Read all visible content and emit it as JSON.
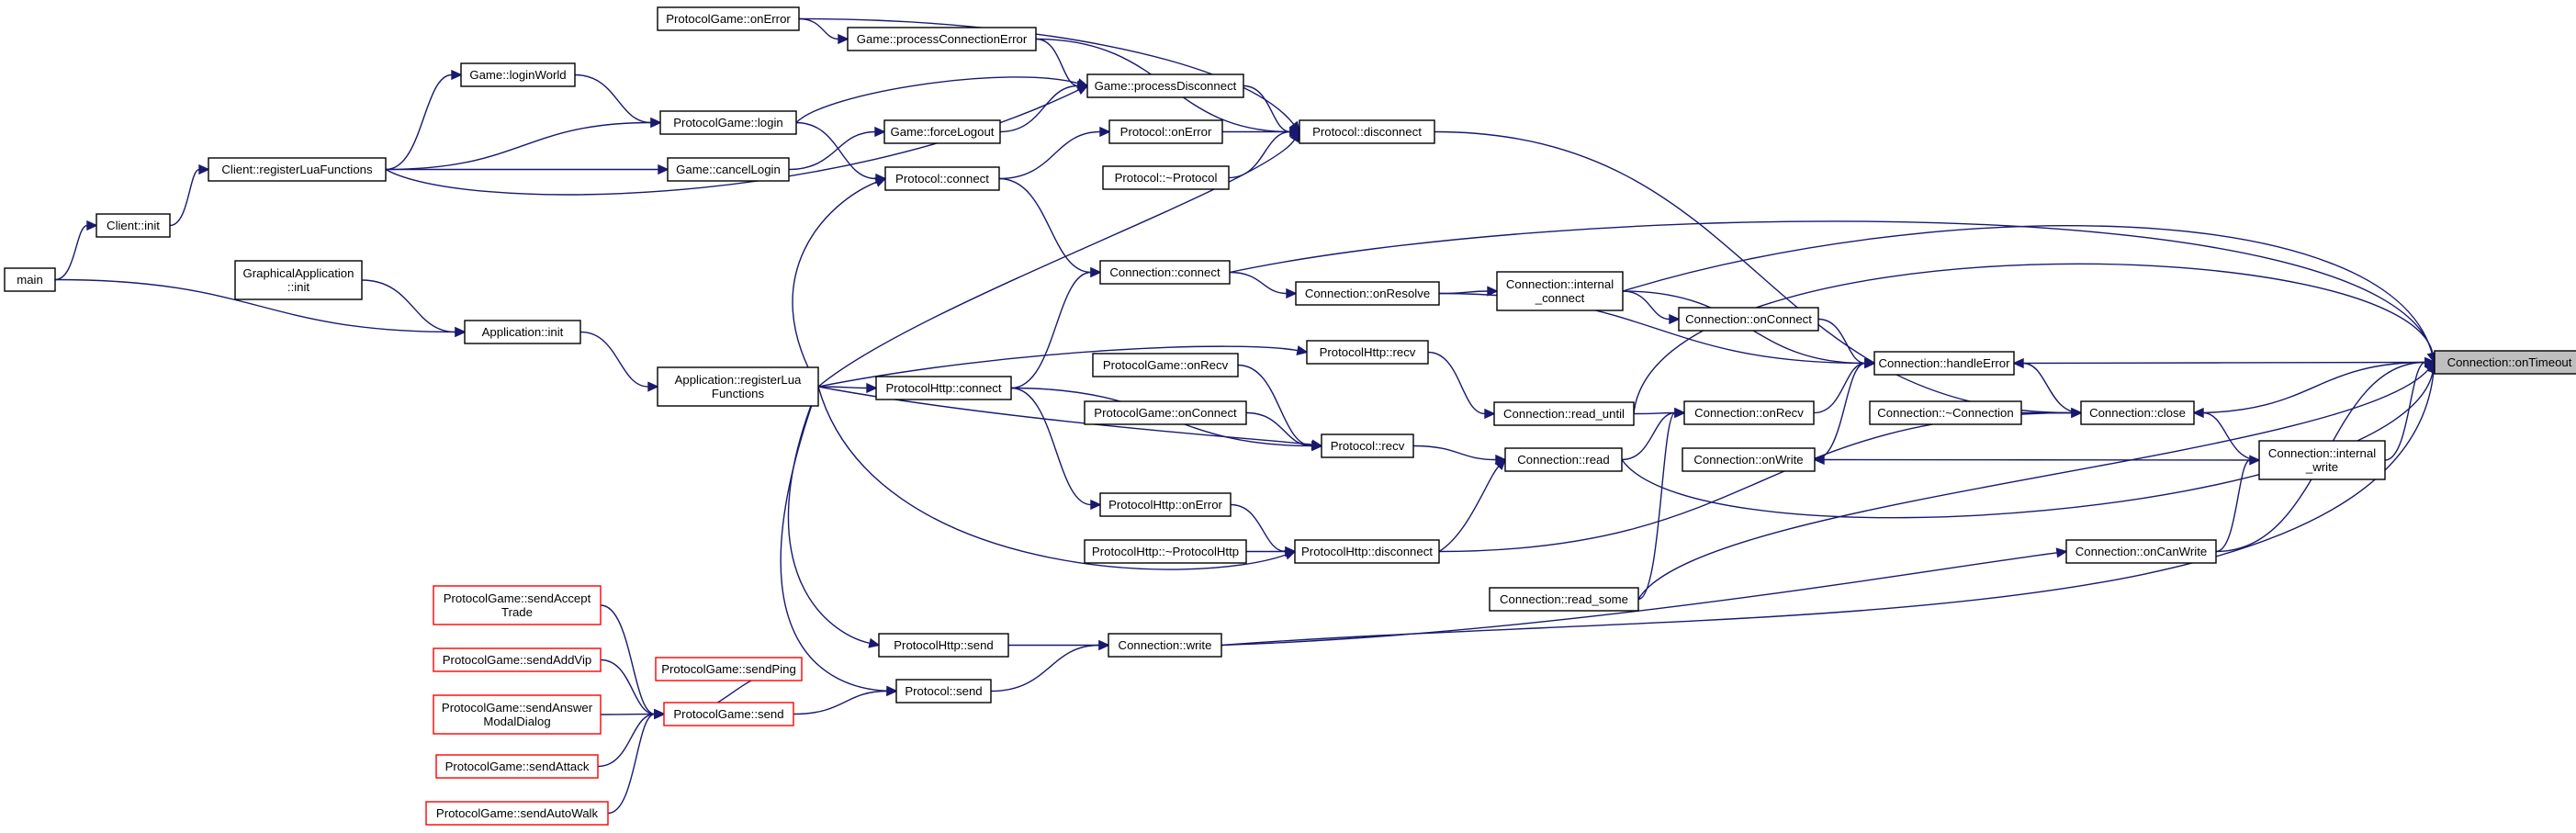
{
  "diagram": {
    "nodes": [
      {
        "id": "onTimeout",
        "lines": [
          "Connection::onTimeout"
        ],
        "style": "root"
      },
      {
        "id": "handleError",
        "lines": [
          "Connection::handleError"
        ]
      },
      {
        "id": "close",
        "lines": [
          "Connection::close"
        ]
      },
      {
        "id": "internalWrite",
        "lines": [
          "Connection::internal",
          "_write"
        ]
      },
      {
        "id": "onCanWrite",
        "lines": [
          "Connection::onCanWrite"
        ]
      },
      {
        "id": "destructor",
        "lines": [
          "Connection::~Connection"
        ]
      },
      {
        "id": "onWrite",
        "lines": [
          "Connection::onWrite"
        ]
      },
      {
        "id": "onConnect",
        "lines": [
          "Connection::onConnect"
        ]
      },
      {
        "id": "onRecv",
        "lines": [
          "Connection::onRecv"
        ]
      },
      {
        "id": "internalConnect",
        "lines": [
          "Connection::internal",
          "_connect"
        ]
      },
      {
        "id": "readUntil",
        "lines": [
          "Connection::read_until"
        ]
      },
      {
        "id": "read",
        "lines": [
          "Connection::read"
        ]
      },
      {
        "id": "readSome",
        "lines": [
          "Connection::read_some"
        ]
      },
      {
        "id": "onResolve",
        "lines": [
          "Connection::onResolve"
        ]
      },
      {
        "id": "connConnect",
        "lines": [
          "Connection::connect"
        ]
      },
      {
        "id": "connWrite",
        "lines": [
          "Connection::write"
        ]
      },
      {
        "id": "protoDisconnect",
        "lines": [
          "Protocol::disconnect"
        ]
      },
      {
        "id": "protoOnError",
        "lines": [
          "Protocol::onError"
        ]
      },
      {
        "id": "protoDtor",
        "lines": [
          "Protocol::~Protocol"
        ]
      },
      {
        "id": "protoConnect",
        "lines": [
          "Protocol::connect"
        ]
      },
      {
        "id": "protoRecv",
        "lines": [
          "Protocol::recv"
        ]
      },
      {
        "id": "protoSend",
        "lines": [
          "Protocol::send"
        ]
      },
      {
        "id": "phRecv",
        "lines": [
          "ProtocolHttp::recv"
        ]
      },
      {
        "id": "phConnect",
        "lines": [
          "ProtocolHttp::connect"
        ]
      },
      {
        "id": "phOnError",
        "lines": [
          "ProtocolHttp::onError"
        ]
      },
      {
        "id": "phDtor",
        "lines": [
          "ProtocolHttp::~ProtocolHttp"
        ]
      },
      {
        "id": "phDisconnect",
        "lines": [
          "ProtocolHttp::disconnect"
        ]
      },
      {
        "id": "phSend",
        "lines": [
          "ProtocolHttp::send"
        ]
      },
      {
        "id": "pgOnRecv",
        "lines": [
          "ProtocolGame::onRecv"
        ]
      },
      {
        "id": "pgOnConnect",
        "lines": [
          "ProtocolGame::onConnect"
        ]
      },
      {
        "id": "pgOnError",
        "lines": [
          "ProtocolGame::onError"
        ]
      },
      {
        "id": "pgLogin",
        "lines": [
          "ProtocolGame::login"
        ]
      },
      {
        "id": "pgSend",
        "lines": [
          "ProtocolGame::send"
        ],
        "style": "red"
      },
      {
        "id": "pgSendPing",
        "lines": [
          "ProtocolGame::sendPing"
        ],
        "style": "red"
      },
      {
        "id": "pgSendAcceptTrade",
        "lines": [
          "ProtocolGame::sendAccept",
          "Trade"
        ],
        "style": "red"
      },
      {
        "id": "pgSendAddVip",
        "lines": [
          "ProtocolGame::sendAddVip"
        ],
        "style": "red"
      },
      {
        "id": "pgSendAnswer",
        "lines": [
          "ProtocolGame::sendAnswer",
          "ModalDialog"
        ],
        "style": "red"
      },
      {
        "id": "pgSendAttack",
        "lines": [
          "ProtocolGame::sendAttack"
        ],
        "style": "red"
      },
      {
        "id": "pgSendAutoWalk",
        "lines": [
          "ProtocolGame::sendAutoWalk"
        ],
        "style": "red"
      },
      {
        "id": "gameProcConnErr",
        "lines": [
          "Game::processConnectionError"
        ]
      },
      {
        "id": "gameProcDisc",
        "lines": [
          "Game::processDisconnect"
        ]
      },
      {
        "id": "gameForceLogout",
        "lines": [
          "Game::forceLogout"
        ]
      },
      {
        "id": "gameLoginWorld",
        "lines": [
          "Game::loginWorld"
        ]
      },
      {
        "id": "gameCancelLogin",
        "lines": [
          "Game::cancelLogin"
        ]
      },
      {
        "id": "clientRegLua",
        "lines": [
          "Client::registerLuaFunctions"
        ]
      },
      {
        "id": "clientInit",
        "lines": [
          "Client::init"
        ]
      },
      {
        "id": "main",
        "lines": [
          "main"
        ]
      },
      {
        "id": "gfxInit",
        "lines": [
          "GraphicalApplication",
          "::init"
        ]
      },
      {
        "id": "appInit",
        "lines": [
          "Application::init"
        ]
      },
      {
        "id": "appRegLua",
        "lines": [
          "Application::registerLua",
          "Functions"
        ]
      }
    ]
  }
}
